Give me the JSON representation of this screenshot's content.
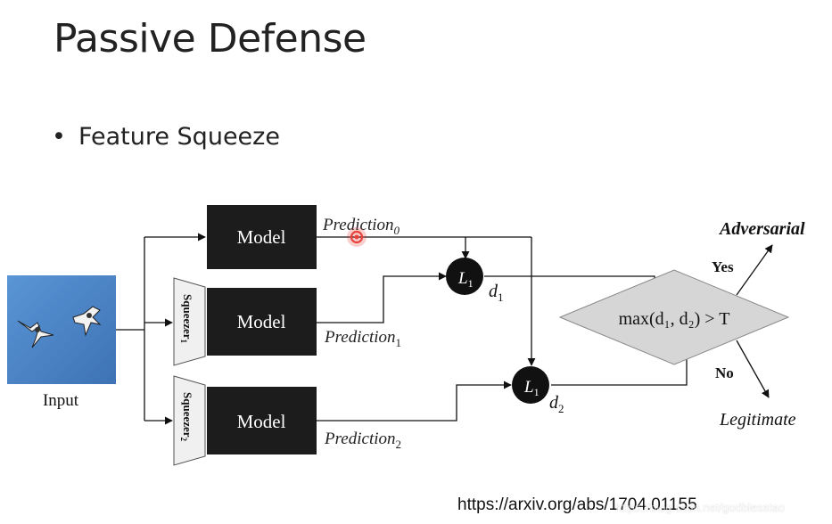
{
  "slide": {
    "title": "Passive Defense",
    "bullet": "Feature Squeeze",
    "citation": "https://arxiv.org/abs/1704.01155",
    "watermark": "https://blog.csdn.net/godblesstao"
  },
  "diagram": {
    "input_label": "Input",
    "models": [
      {
        "label": "Model",
        "prediction": "Prediction",
        "sub": "0"
      },
      {
        "label": "Model",
        "prediction": "Prediction",
        "sub": "1"
      },
      {
        "label": "Model",
        "prediction": "Prediction",
        "sub": "2"
      }
    ],
    "squeezers": [
      {
        "label": "Squeezer",
        "sub": "1"
      },
      {
        "label": "Squeezer",
        "sub": "2"
      }
    ],
    "l1_nodes": [
      {
        "label": "L",
        "sub": "1",
        "distance": "d",
        "distance_sub": "1"
      },
      {
        "label": "L",
        "sub": "1",
        "distance": "d",
        "distance_sub": "2"
      }
    ],
    "decision": "max(d₁, d₂) > T",
    "yes_label": "Yes",
    "no_label": "No",
    "adversarial_label": "Adversarial",
    "legitimate_label": "Legitimate"
  },
  "colors": {
    "model_box": "#1c1c1c",
    "diamond_fill": "#d6d6d6",
    "input_sky": "#4a86c8",
    "cursor_dot": "#e8413c"
  }
}
